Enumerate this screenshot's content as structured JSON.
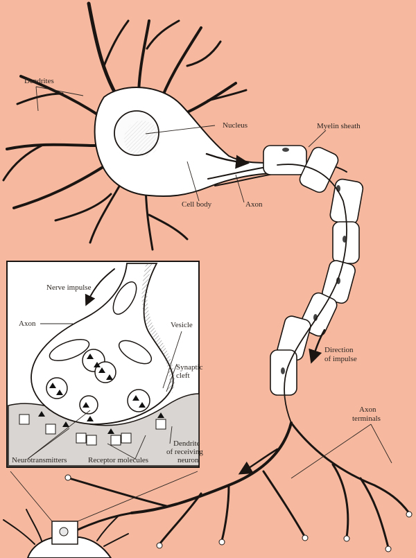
{
  "colors": {
    "background": "#f6b9a0",
    "cell": "#ffffff",
    "ink": "#1a1512",
    "receiving_dendrite": "#d8d5d2"
  },
  "labels": {
    "dendrites": "Dendrites",
    "nucleus": "Nucleus",
    "myelin_sheath": "Myelin sheath",
    "cell_body": "Cell body",
    "axon": "Axon",
    "direction_line1": "Direction",
    "direction_line2": "of impulse",
    "axon_terminals_line1": "Axon",
    "axon_terminals_line2": "terminals"
  },
  "inset": {
    "nerve_impulse": "Nerve impulse",
    "axon": "Axon",
    "vesicle": "Vesicle",
    "synaptic_cleft_line1": "Synaptic",
    "synaptic_cleft_line2": "cleft",
    "neurotransmitters": "Neurotransmitters",
    "receptor_molecules": "Receptor molecules",
    "dendrite_line1": "Dendrite",
    "dendrite_line2": "of receiving",
    "dendrite_line3": "neuron"
  }
}
